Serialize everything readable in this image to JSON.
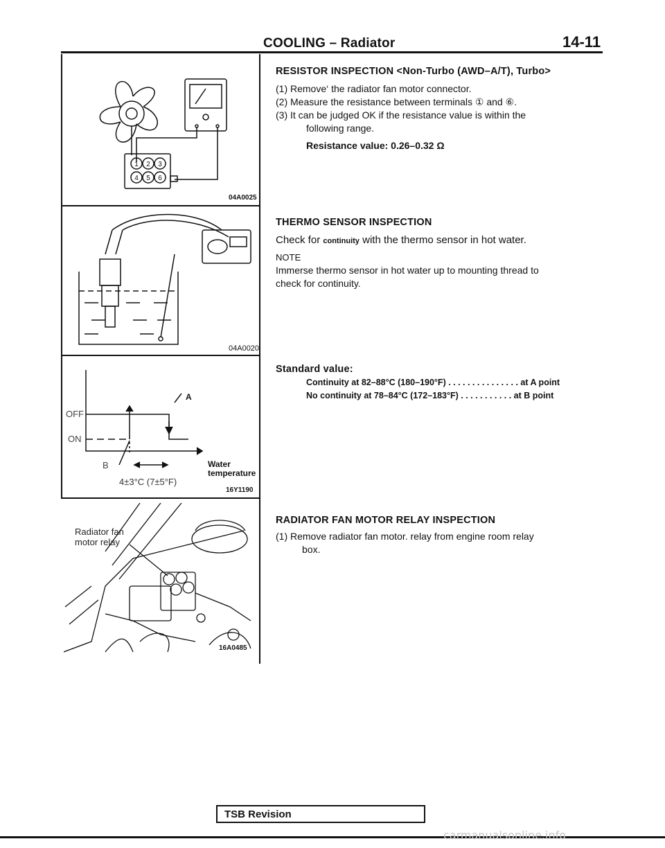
{
  "header": {
    "title": "COOLING – Radiator",
    "page_number": "14-11"
  },
  "figures": {
    "fan_motor": {
      "code": "04A0025",
      "terminals": [
        "1",
        "2",
        "3",
        "4",
        "5",
        "6"
      ]
    },
    "thermo_sensor": {
      "code": "04A0020"
    },
    "graph": {
      "label_a": "A",
      "label_b": "B",
      "label_off": "OFF",
      "label_on": "ON",
      "axis_label_line1": "Water",
      "axis_label_line2": "temperature",
      "hysteresis": "4±3°C (7±5°F)",
      "code": "16Y1190"
    },
    "relay": {
      "label_line1": "Radiator fan",
      "label_line2": "motor relay",
      "code": "16A0485"
    }
  },
  "resistor": {
    "title": "RESISTOR INSPECTION <Non-Turbo (AWD–A/T), Turbo>",
    "step1": "(1) Remove‘ the radiator fan motor connector.",
    "step2": "(2) Measure the resistance between terminals ① and ⑥.",
    "step3a": "(3) It can be judged OK if the resistance value is within the",
    "step3b": "following range.",
    "resistance": "Resistance value: 0.26–0.32 Ω"
  },
  "thermo": {
    "title": "THERMO SENSOR INSPECTION",
    "check_prefix": "Check for",
    "check_word": "continuity",
    "check_suffix": "with the thermo sensor in hot water.",
    "note_label": "NOTE",
    "note_line1": "Immerse thermo sensor in hot water up to mounting thread to",
    "note_line2": "check for continuity.",
    "standard_label": "Standard value:",
    "spec1": "Continuity at 82–88°C (180–190°F) . . . . . . . . . . . . . . . at A point",
    "spec2": "No continuity at 78–84°C (172–183°F) . . . . . . . . . . . at B point"
  },
  "relay_section": {
    "title": "RADIATOR FAN MOTOR RELAY INSPECTION",
    "step1a": "(1) Remove radiator fan motor. relay from engine room relay",
    "step1b": "box."
  },
  "footer": {
    "tsb": "TSB Revision",
    "watermark": "carmanualsonline.info"
  }
}
